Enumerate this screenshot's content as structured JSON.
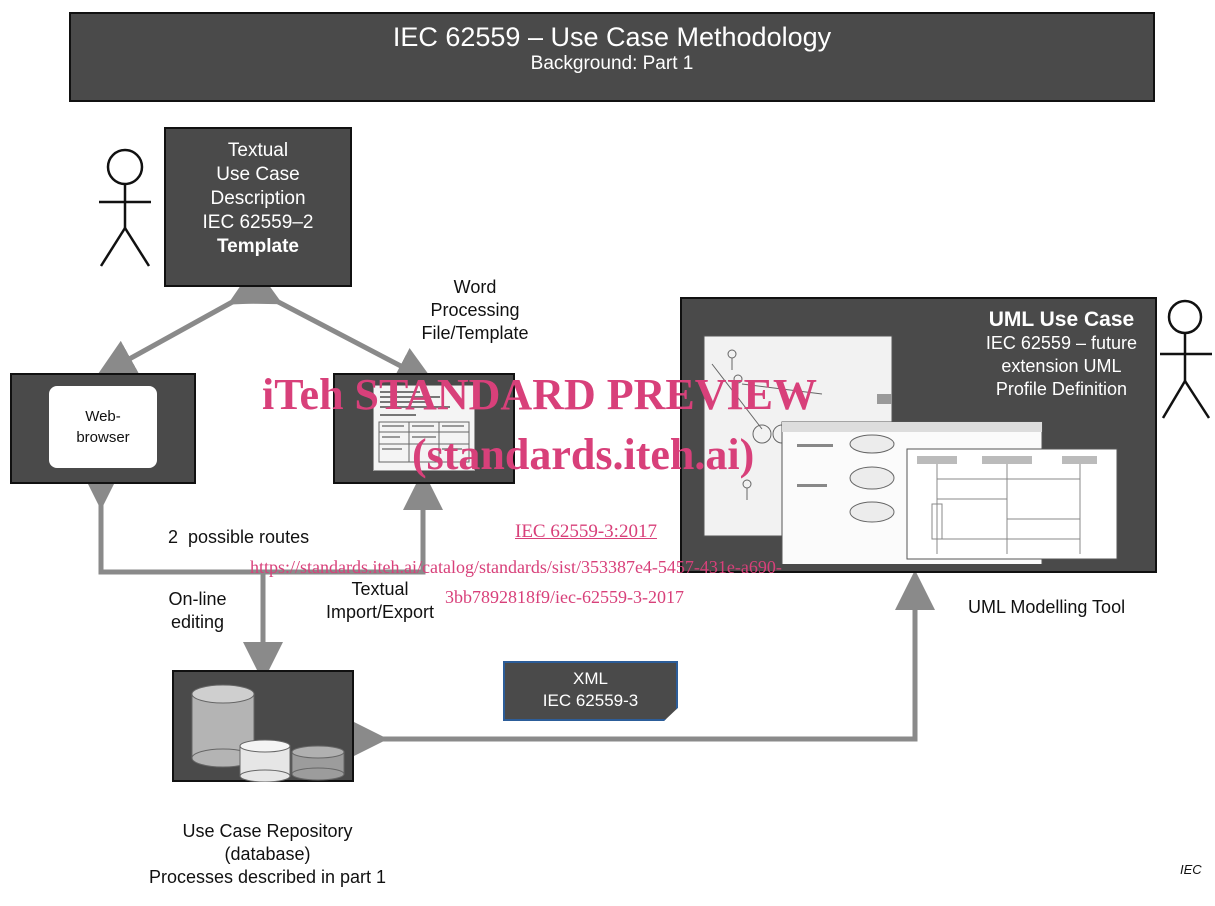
{
  "title": {
    "main": "IEC 62559 – Use Case Methodology",
    "sub": "Background: Part 1"
  },
  "template_box": {
    "lines": [
      "Textual",
      "Use Case",
      "Description",
      "IEC 62559–2"
    ],
    "bold_line": "Template"
  },
  "word_label": [
    "Word",
    "Processing",
    "File/Template"
  ],
  "browser": {
    "label_line1": "Web-",
    "label_line2": "browser"
  },
  "uml_box": {
    "title_bold": "UML Use Case",
    "lines": [
      "IEC 62559 – future",
      "extension UML",
      "Profile Definition"
    ]
  },
  "uml_tool_label": "UML Modelling Tool",
  "routes_label": "2  possible routes",
  "online_label": [
    "On-line",
    "editing"
  ],
  "import_label": [
    "Textual",
    "Import/Export"
  ],
  "xml_tag": {
    "line1": "XML",
    "line2": "IEC 62559-3"
  },
  "repository_label": [
    "Use Case Repository",
    "(database)",
    "Processes described in part 1"
  ],
  "watermark": {
    "line1": "iTeh STANDARD PREVIEW",
    "line2": "(standards.iteh.ai)",
    "doc_id": "IEC 62559-3:2017",
    "url_line1": "https://standards.iteh.ai/catalog/standards/sist/353387e4-5457-431e-a690-",
    "url_line2": "3bb7892818f9/iec-62559-3-2017"
  },
  "corner_label": "IEC",
  "colors": {
    "box_fill": "#4a4a4a",
    "arrow": "#8a8a8a",
    "watermark": "#d8407a",
    "xml_border": "#2c5d99"
  }
}
